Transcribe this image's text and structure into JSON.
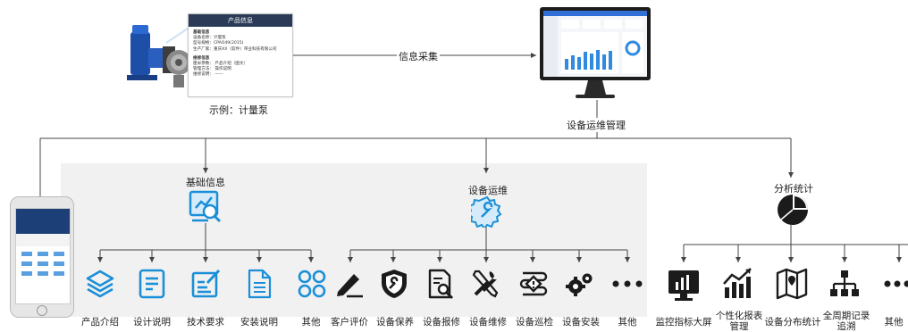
{
  "info_card": {
    "title": "产品信息",
    "rows_a": [
      "基础信息",
      "设备名称：计量泵",
      "型号规格：CPAO49(2015)",
      "生产厂家：重庆XX（软件）带业科技有限公司"
    ],
    "rows_b": [
      "维修信息",
      "厘米参数：  产品介绍（图文）",
      "管理方法：  操作说明",
      "维修说明：  ——"
    ]
  },
  "example_caption": "示例：计量泵",
  "collect_label": "信息采集",
  "monitor_caption": "设备运维管理",
  "groups": {
    "basic": "基础信息",
    "ops": "设备运维",
    "stats": "分析统计"
  },
  "items_basic": [
    "产品介绍",
    "设计说明",
    "技术要求",
    "安装说明",
    "其他"
  ],
  "items_ops": [
    "客户评价",
    "设备保养",
    "设备报修",
    "设备维修",
    "设备巡检",
    "设备安装",
    "其他"
  ],
  "items_stats": [
    "监控指标大屏",
    "个性化报表管理",
    "设备分布统计",
    "全周期记录追溯",
    "其他"
  ],
  "colors": {
    "blue": "#1a8fd8",
    "dark": "#1b1b1b",
    "panel": "#f1f1f1",
    "line": "#444444"
  }
}
